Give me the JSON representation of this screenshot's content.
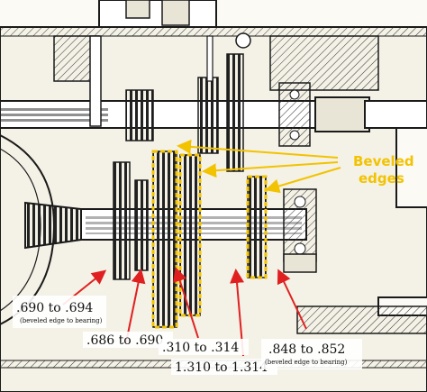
{
  "colors": {
    "ink": "#1a1a1a",
    "paper": "#f4f1e6",
    "highlight": "#f2c300",
    "arrow": "#e02020"
  },
  "callout": {
    "line1": "Beveled",
    "line2": "edges"
  },
  "labels": {
    "l1": ".690 to .694",
    "l1_note": "(beveled edge to bearing)",
    "l2": ".686 to .690",
    "l3": ".310 to .314",
    "l4": "1.310 to 1.314",
    "l5": ".848 to .852",
    "l5_note": "(beveled edge to bearing)"
  }
}
